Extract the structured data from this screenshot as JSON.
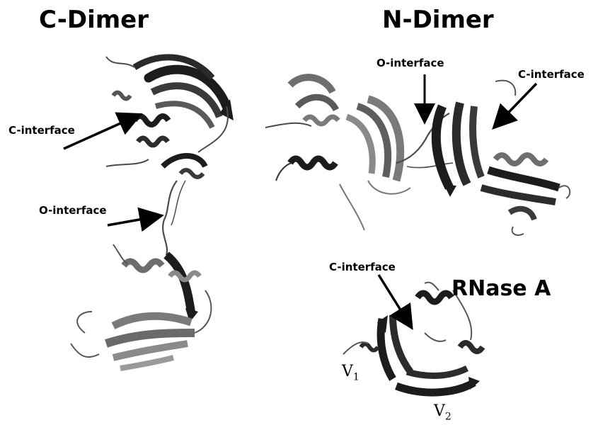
{
  "titles": {
    "c_dimer": "C-Dimer",
    "n_dimer": "N-Dimer",
    "rnase": "RNase A"
  },
  "labels": {
    "c_dimer_c_interface": "C-interface",
    "c_dimer_o_interface": "O-interface",
    "n_dimer_o_interface": "O-interface",
    "n_dimer_c_interface": "C-interface",
    "rnase_c_interface": "C-interface"
  },
  "residue_labels": {
    "v1_letter": "V",
    "v1_sub": "1",
    "v2_letter": "V",
    "v2_sub": "2"
  },
  "colors": {
    "dark_ribbon": "#1c1c1c",
    "mid_ribbon": "#6e6e6e",
    "light_ribbon": "#a9a9a9",
    "coil": "#4a4a4a",
    "arrow": "#000000"
  }
}
